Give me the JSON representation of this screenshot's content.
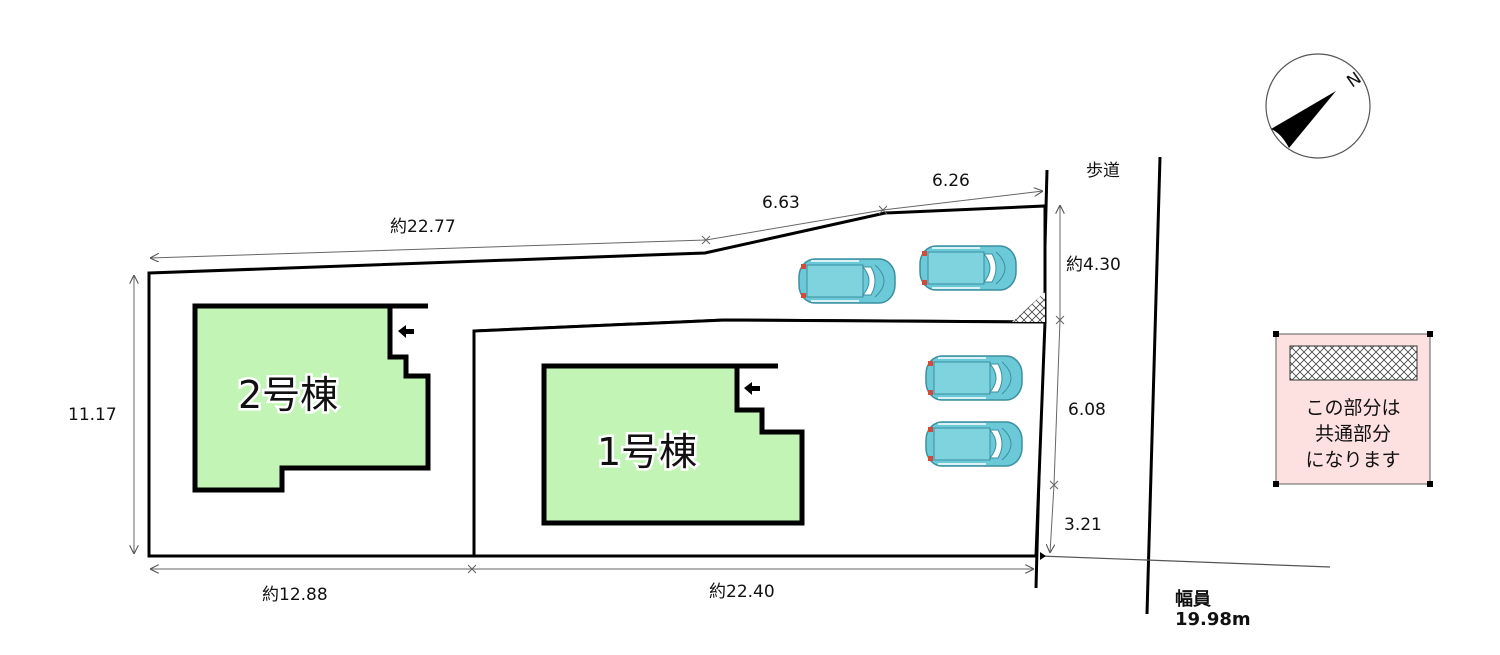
{
  "compass": {
    "label": "N",
    "icon": "north-arrow-icon"
  },
  "buildings": [
    {
      "id": "building-2",
      "label": "2号棟",
      "fill": "#c2f5b5"
    },
    {
      "id": "building-1",
      "label": "1号棟",
      "fill": "#c2f5b5"
    }
  ],
  "dimensions": {
    "top_left": "約22.77",
    "top_middle": "6.63",
    "top_right": "6.26",
    "left_height": "11.17",
    "bottom_left": "約12.88",
    "bottom_right": "約22.40",
    "right_top": "約4.30",
    "right_middle": "6.08",
    "right_bottom": "3.21"
  },
  "sidewalk": {
    "label": "歩道"
  },
  "road": {
    "label_line1": "幅員",
    "label_line2": "19.98m"
  },
  "legend": {
    "line1": "この部分は",
    "line2": "共通部分",
    "line3": "になります",
    "bg_color": "#fde0e0"
  },
  "parking": {
    "car_count": 4,
    "car_color": "#6ccad8"
  },
  "colors": {
    "building_fill": "#c2f5b5",
    "line": "#000000",
    "dim_line": "#666666"
  }
}
